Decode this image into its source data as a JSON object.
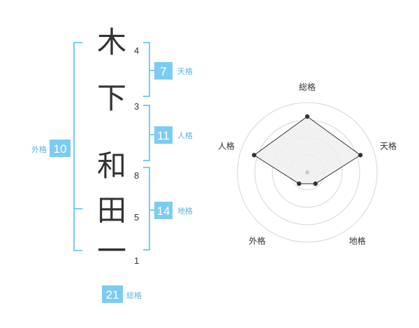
{
  "colors": {
    "bracket": "#7ccbf2",
    "badge": "#7ccbf2",
    "label": "#5fb3e0",
    "text": "#333333",
    "radar_ring": "#d6d6d6",
    "radar_fill": "#eeeeee",
    "radar_line": "#333333"
  },
  "name": {
    "characters": [
      {
        "char": "木",
        "strokes": "4"
      },
      {
        "char": "下",
        "strokes": "3"
      },
      {
        "char": "和",
        "strokes": "8"
      },
      {
        "char": "田",
        "strokes": "5"
      },
      {
        "char": "一",
        "strokes": "1"
      }
    ]
  },
  "fortunes": {
    "tenkaku": {
      "value": "7",
      "label": "天格"
    },
    "jinkaku": {
      "value": "11",
      "label": "人格"
    },
    "chikaku": {
      "value": "14",
      "label": "地格"
    },
    "gaikaku": {
      "value": "10",
      "label": "外格"
    },
    "soukaku": {
      "value": "21",
      "label": "総格"
    }
  },
  "chart_data": {
    "type": "radar",
    "axes": [
      "総格",
      "天格",
      "地格",
      "外格",
      "人格"
    ],
    "values": [
      4,
      4,
      1,
      1,
      4
    ],
    "scale_max": 5,
    "rings": 4,
    "grid": true
  }
}
